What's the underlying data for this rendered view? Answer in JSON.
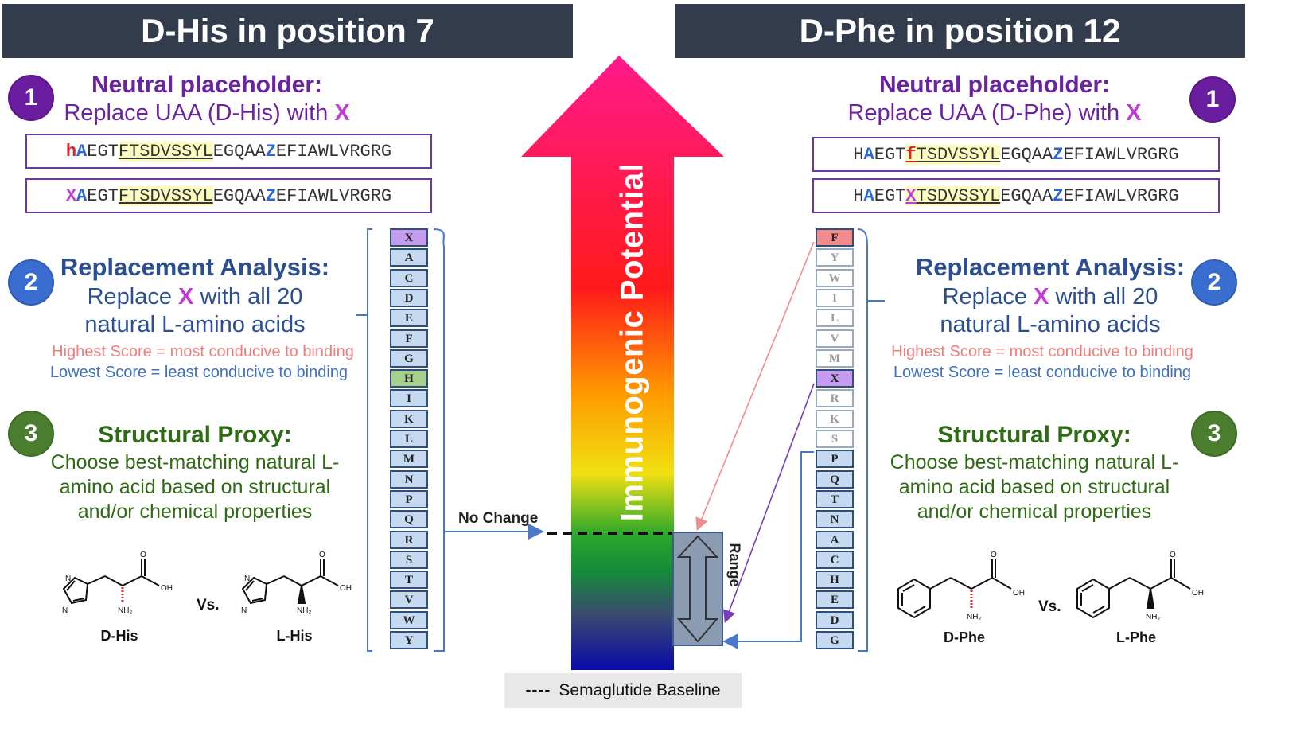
{
  "left": {
    "header": "D-His in position 7",
    "step1": {
      "number": "1",
      "title": "Neutral placeholder:",
      "sub_pre": "Replace UAA (D-His) with ",
      "x": "X"
    },
    "seq1": {
      "p1": "h",
      "p2": "A",
      "p3": "EGT",
      "p4": "FTSDVSSYL",
      "p5": "EGQAA",
      "p6": "Z",
      "p7": "EFIAWLVRGRG"
    },
    "seq2": {
      "p1": "X",
      "p2": "A",
      "p3": "EGT",
      "p4": "FTSDVSSYL",
      "p5": "EGQAA",
      "p6": "Z",
      "p7": "EFIAWLVRGRG"
    },
    "step2": {
      "number": "2",
      "title": "Replacement Analysis:",
      "line1_pre": "Replace ",
      "x": "X",
      "line1_post": " with all 20",
      "line2": "natural L-amino acids",
      "high": "Highest Score = most conducive to binding",
      "low": "Lowest Score = least conducive to binding"
    },
    "step3": {
      "number": "3",
      "title": "Structural Proxy:",
      "line1": "Choose best-matching natural L-",
      "line2": "amino acid based on structural",
      "line3": "and/or chemical properties"
    },
    "mol1": "D-His",
    "vs": "Vs.",
    "mol2": "L-His",
    "column": [
      "X",
      "A",
      "C",
      "D",
      "E",
      "F",
      "G",
      "H",
      "I",
      "K",
      "L",
      "M",
      "N",
      "P",
      "Q",
      "R",
      "S",
      "T",
      "V",
      "W",
      "Y"
    ]
  },
  "right": {
    "header": "D-Phe in position 12",
    "step1": {
      "number": "1",
      "title": "Neutral placeholder:",
      "sub_pre": "Replace UAA (D-Phe) with ",
      "x": "X"
    },
    "seq1": {
      "p1": "H",
      "p2": "A",
      "p3": "EGT",
      "p4": "f",
      "p5": "TSDVSSYL",
      "p6": "EGQAA",
      "p7": "Z",
      "p8": "EFIAWLVRGRG"
    },
    "seq2": {
      "p1": "H",
      "p2": "A",
      "p3": "EGT",
      "p4": "X",
      "p5": "TSDVSSYL",
      "p6": "EGQAA",
      "p7": "Z",
      "p8": "EFIAWLVRGRG"
    },
    "step2": {
      "number": "2",
      "title": "Replacement Analysis:",
      "line1_pre": "Replace ",
      "x": "X",
      "line1_post": " with all 20",
      "line2": "natural L-amino acids",
      "high": "Highest Score = most conducive to binding",
      "low": "Lowest Score = least conducive to binding"
    },
    "step3": {
      "number": "3",
      "title": "Structural Proxy:",
      "line1": "Choose best-matching natural L-",
      "line2": "amino acid based on structural",
      "line3": "and/or chemical properties"
    },
    "mol1": "D-Phe",
    "vs": "Vs.",
    "mol2": "L-Phe",
    "column": [
      "F",
      "Y",
      "W",
      "I",
      "L",
      "V",
      "M",
      "X",
      "R",
      "K",
      "S",
      "P",
      "Q",
      "T",
      "N",
      "A",
      "C",
      "H",
      "E",
      "D",
      "G"
    ]
  },
  "center": {
    "arrow_label": "Immunogenic Potential",
    "no_change": "No Change",
    "range": "Range",
    "legend_dash": "----",
    "legend": "Semaglutide Baseline"
  },
  "colors": {
    "header": "#323c4c",
    "purple": "#6a24a2",
    "blue": "#2b4f92",
    "green": "#2e6b14",
    "x_magenta": "#c23ad6",
    "cell_blue": "#c5d9f1",
    "cell_red": "#f28c8c",
    "cell_green": "#a8d08d",
    "cell_purple": "#c49bee"
  }
}
